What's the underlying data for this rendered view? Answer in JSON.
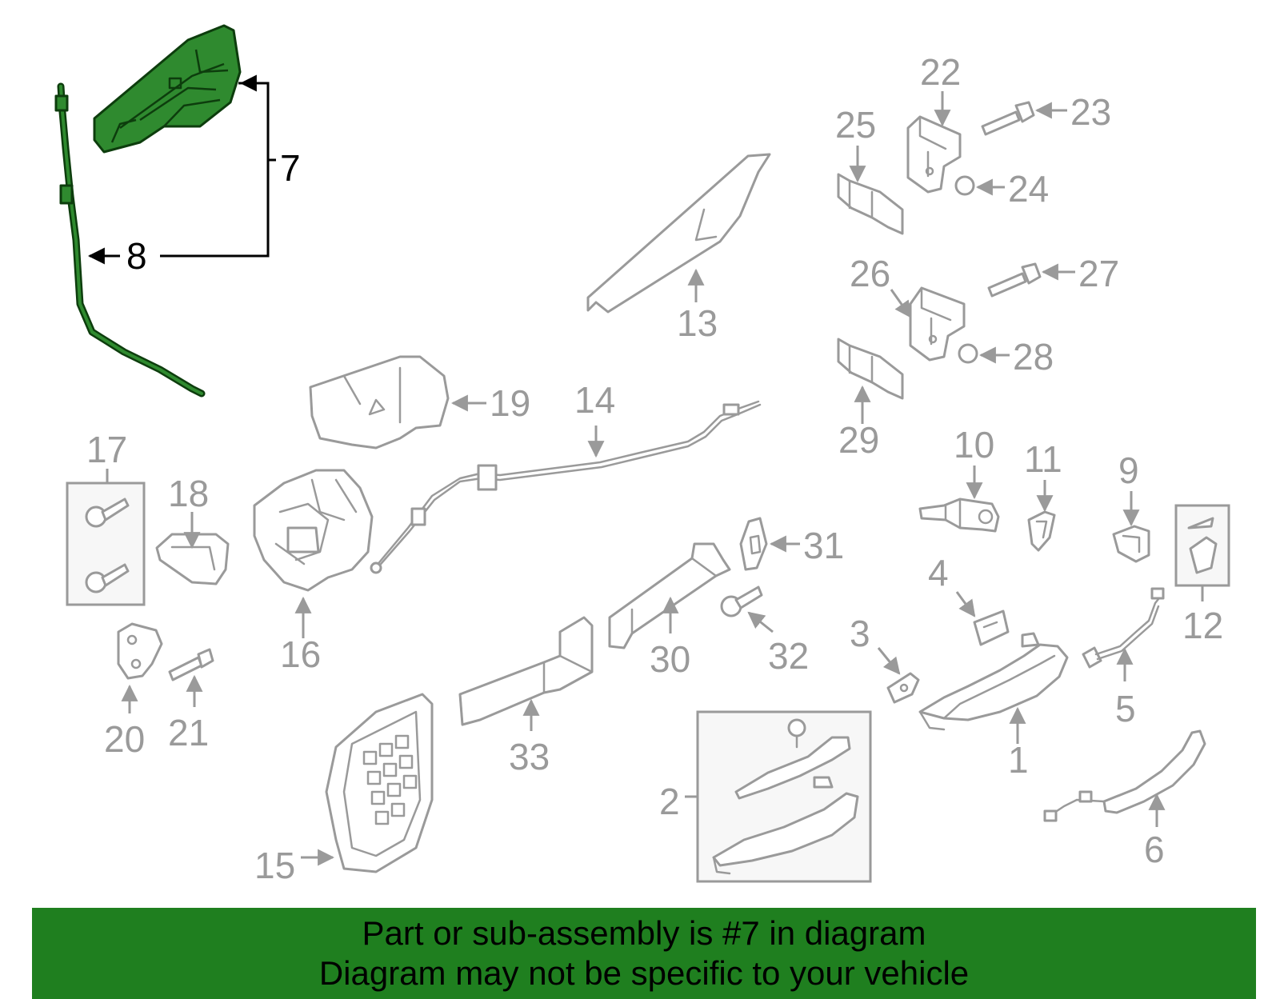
{
  "callouts": {
    "n1": "1",
    "n2": "2",
    "n3": "3",
    "n4": "4",
    "n5": "5",
    "n6": "6",
    "n7": "7",
    "n8": "8",
    "n9": "9",
    "n10": "10",
    "n11": "11",
    "n12": "12",
    "n13": "13",
    "n14": "14",
    "n15": "15",
    "n16": "16",
    "n17": "17",
    "n18": "18",
    "n19": "19",
    "n20": "20",
    "n21": "21",
    "n22": "22",
    "n23": "23",
    "n24": "24",
    "n25": "25",
    "n26": "26",
    "n27": "27",
    "n28": "28",
    "n29": "29",
    "n30": "30",
    "n31": "31",
    "n32": "32",
    "n33": "33"
  },
  "banner": {
    "line1": "Part or sub-assembly is #7 in diagram",
    "line2": "Diagram may not be specific to your vehicle"
  },
  "colors": {
    "highlight_fill": "#2f8a2f",
    "highlight_outline": "#0d3d0d",
    "banner_background": "#1f7f1f",
    "part_line": "#9a9a9a"
  }
}
